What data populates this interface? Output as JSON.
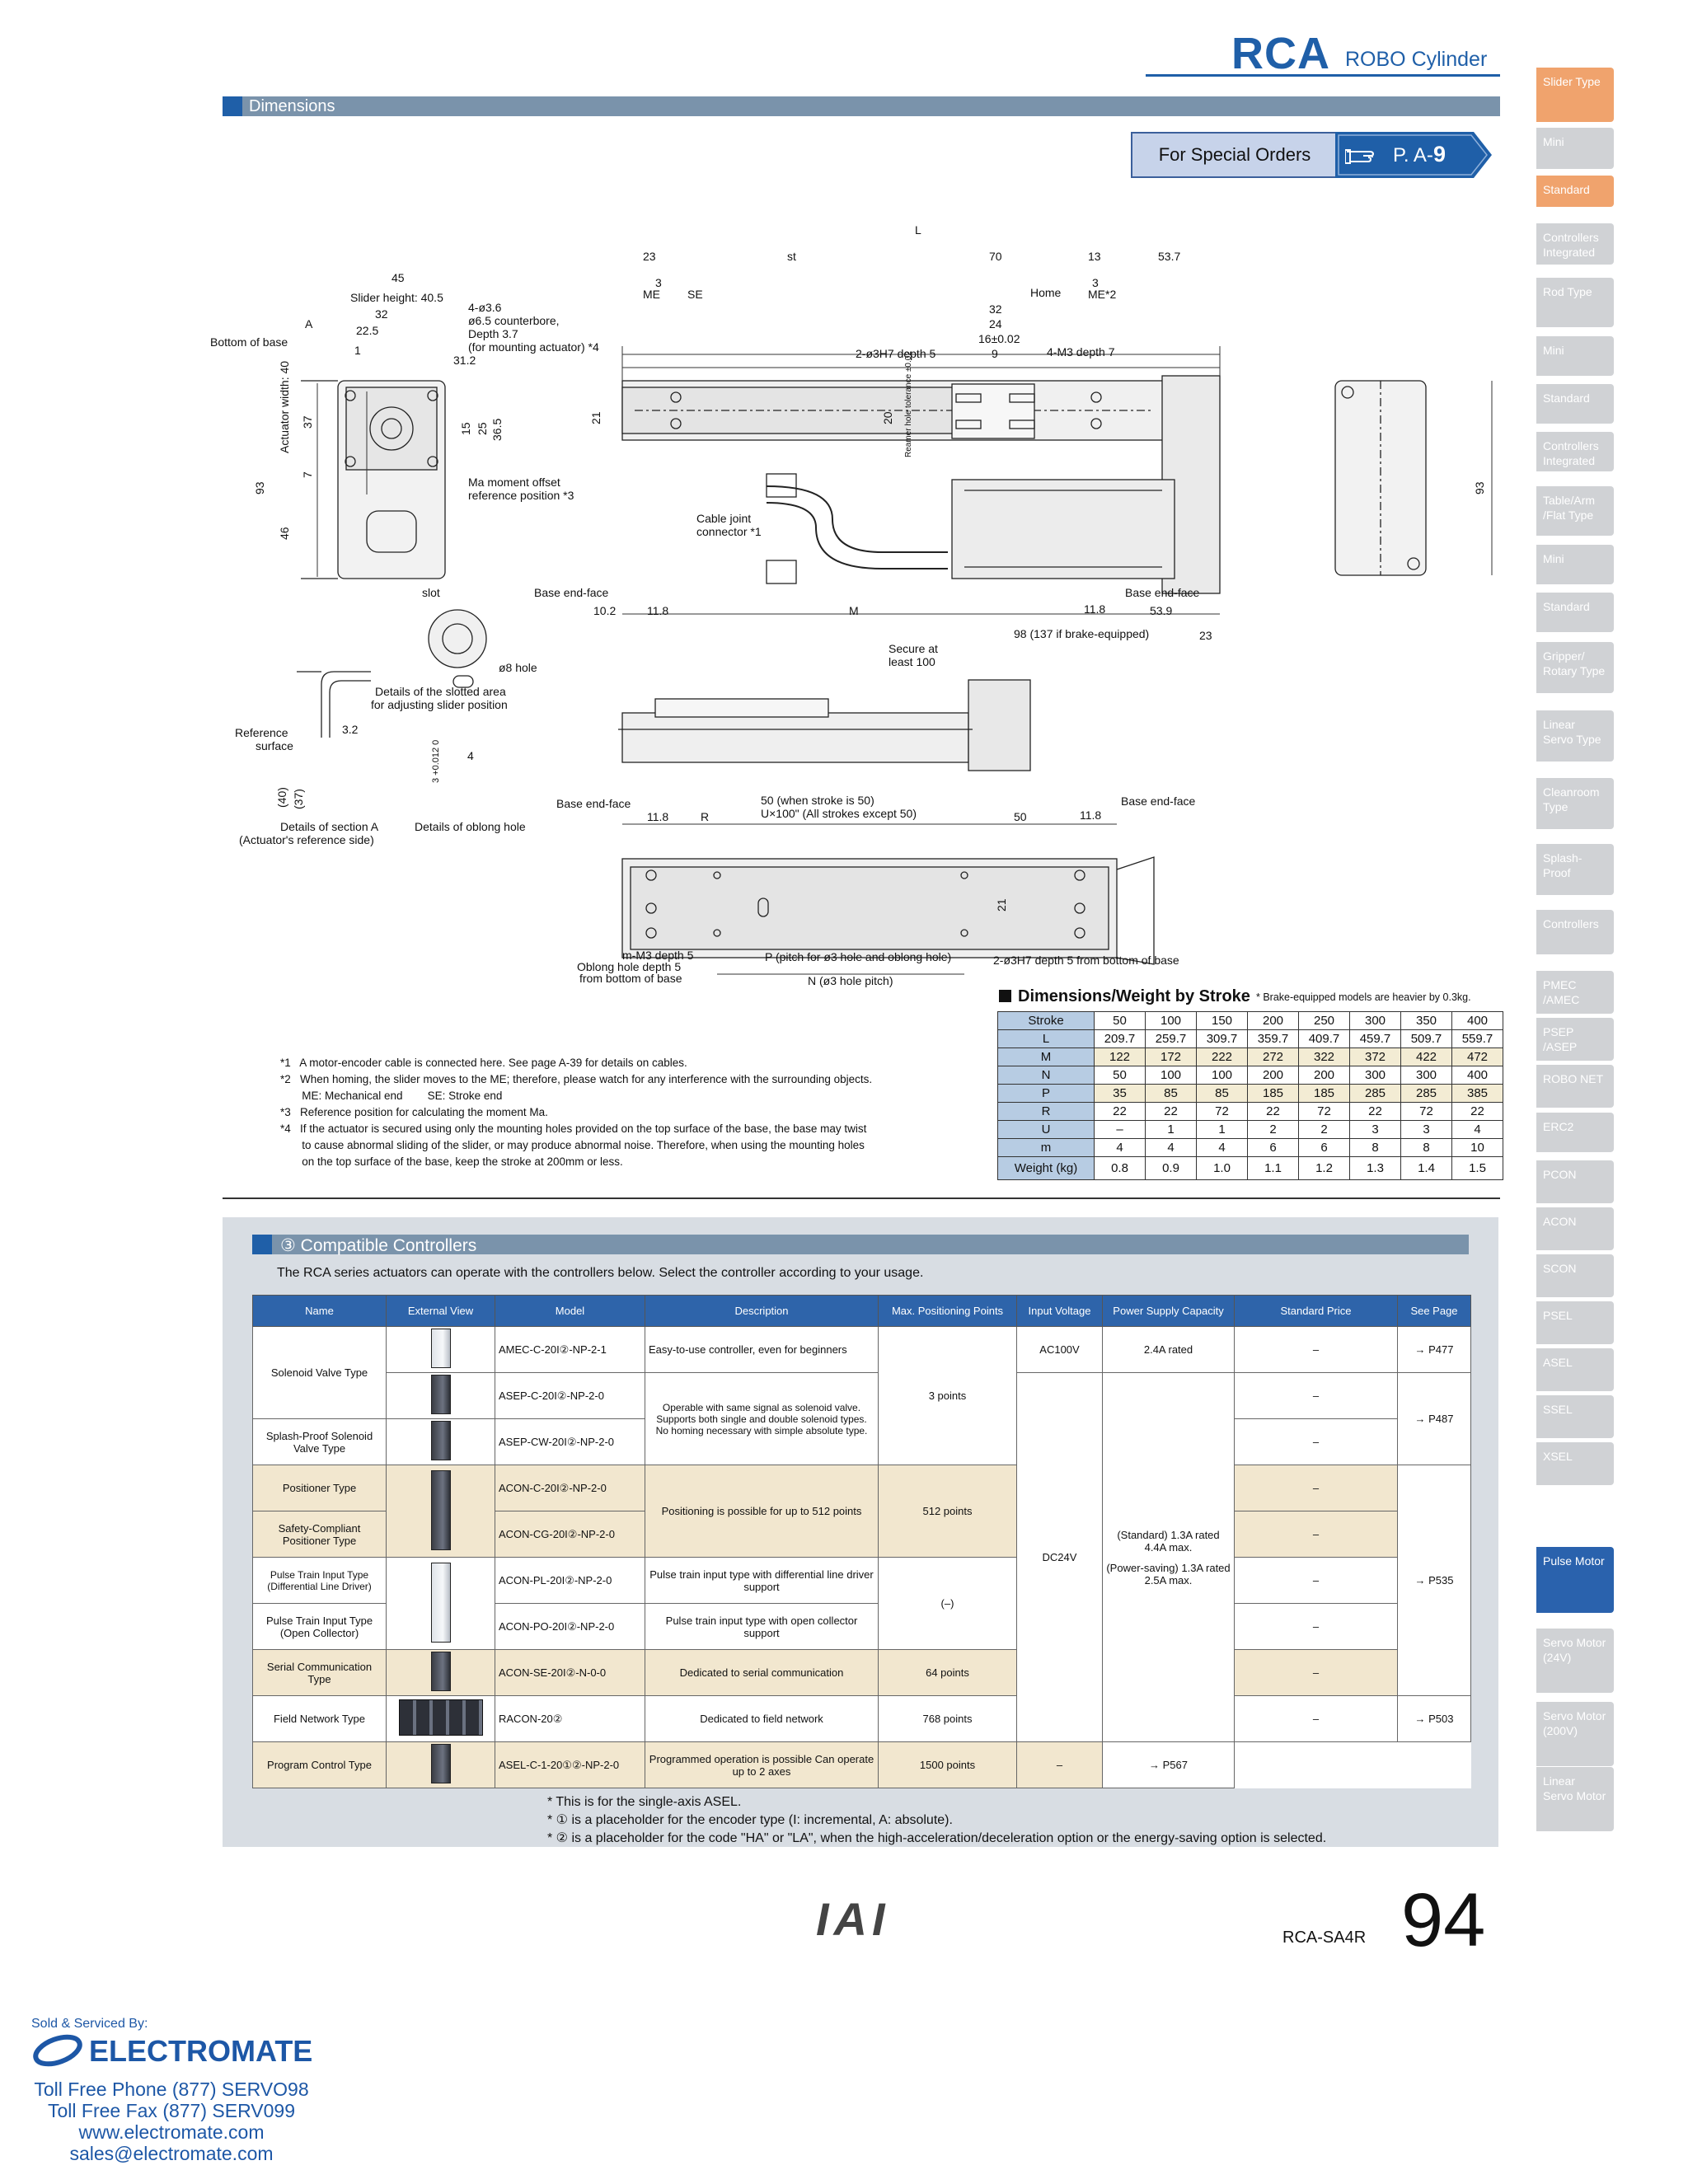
{
  "header": {
    "brand": "RCA",
    "subtitle": "ROBO Cylinder",
    "section": "Dimensions"
  },
  "special_orders": {
    "label": "For Special Orders",
    "page_prefix": "P. A-",
    "page_num": "9"
  },
  "sidebar": [
    {
      "label": "Slider Type"
    },
    {
      "label": "Mini"
    },
    {
      "label": "Standard"
    },
    {
      "label": "Controllers Integrated"
    },
    {
      "label": "Rod Type"
    },
    {
      "label": "Mini"
    },
    {
      "label": "Standard"
    },
    {
      "label": "Controllers Integrated"
    },
    {
      "label": "Table/Arm /Flat Type"
    },
    {
      "label": "Mini"
    },
    {
      "label": "Standard"
    },
    {
      "label": "Gripper/ Rotary Type"
    },
    {
      "label": "Linear Servo Type"
    },
    {
      "label": "Cleanroom Type"
    },
    {
      "label": "Splash-Proof"
    },
    {
      "label": "Controllers"
    },
    {
      "label": "PMEC /AMEC"
    },
    {
      "label": "PSEP /ASEP"
    },
    {
      "label": "ROBO NET"
    },
    {
      "label": "ERC2"
    },
    {
      "label": "PCON"
    },
    {
      "label": "ACON"
    },
    {
      "label": "SCON"
    },
    {
      "label": "PSEL"
    },
    {
      "label": "ASEL"
    },
    {
      "label": "SSEL"
    },
    {
      "label": "XSEL"
    },
    {
      "label": "Pulse Motor"
    },
    {
      "label": "Servo Motor (24V)"
    },
    {
      "label": "Servo Motor (200V)"
    },
    {
      "label": "Linear Servo Motor"
    }
  ],
  "drawing": {
    "L": "L",
    "st": "st",
    "d23": "23",
    "d70": "70",
    "d13": "13",
    "d53_7": "53.7",
    "d3a": "3",
    "ME": "ME",
    "SE": "SE",
    "Home": "Home",
    "d3b": "3",
    "ME2": "ME*2",
    "d32b": "32",
    "d24": "24",
    "d16": "16±0.02",
    "d9": "9",
    "hole3": "2-ø3H7 depth 5",
    "m3": "4-M3 depth 7",
    "d45": "45",
    "slider_height": "Slider height: 40.5",
    "d32": "32",
    "d22_5": "22.5",
    "d31_2": "31.2",
    "A": "A",
    "bottom_base": "Bottom of base",
    "d1": "1",
    "hole_note1": "4-ø3.6",
    "hole_note2": "ø6.5 counterbore,",
    "hole_note3": "Depth 3.7",
    "hole_note4": "(for mounting actuator) *4",
    "act_width": "Actuator width: 40",
    "d37": "37",
    "d7": "7",
    "d93": "93",
    "d46": "46",
    "d15": "15",
    "d25": "25",
    "d36_5": "36.5",
    "d21": "21",
    "d20": "20",
    "reamer": "Reamer hole tolerance ±0.02",
    "ma1": "Ma moment offset",
    "ma2": "reference position *3",
    "cable1": "Cable joint",
    "cable2": "connector *1",
    "slot": "slot",
    "base_end1": "Base end-face",
    "base_end2": "Base end-face",
    "d10_2": "10.2",
    "d11_8": "11.8",
    "M": "M",
    "d11_8b": "11.8",
    "d53_9": "53.9",
    "d98": "98 (137 if brake-equipped)",
    "d23b": "23",
    "secure1": "Secure at",
    "secure2": "least 100",
    "d93r": "93",
    "ø8": "ø8 hole",
    "slotted1": "Details of the slotted area",
    "slotted2": "for adjusting slider position",
    "ref1": "Reference",
    "ref2": "surface",
    "d3_2": "3.2",
    "d40": "(40)",
    "d37b": "(37)",
    "secA1": "Details of section A",
    "secA2": "(Actuator's reference side)",
    "d4": "4",
    "d3c": "3 +0.012 0",
    "oblong": "Details of oblong hole",
    "base_end3": "Base end-face",
    "base_end4": "Base end-face",
    "d11_8c": "11.8",
    "R": "R",
    "d50": "50",
    "fifty1": "50 (when stroke is 50)",
    "fifty2": "U×100\" (All strokes except 50)",
    "d11_8d": "11.8",
    "d21b": "21",
    "mm3_1": "m-M3 depth 5",
    "mm3_2": "Oblong hole depth 5",
    "mm3_3": "from bottom of base",
    "pitch": "P (pitch for ø3 hole and oblong hole)",
    "npitch": "N (ø3 hole pitch)",
    "h7": "2-ø3H7   depth 5 from bottom of base"
  },
  "notes": [
    "*1   A motor-encoder cable is connected here. See page A-39 for details on cables.",
    "*2   When homing, the slider moves to the ME; therefore, please watch for any interference with the surrounding objects.",
    "       ME: Mechanical end        SE: Stroke end",
    "*3   Reference position for calculating the moment Ma.",
    "*4   If the actuator is secured using only the mounting holes provided on the top surface of the base, the base may twist",
    "       to cause abnormal sliding of the slider, or may produce abnormal noise. Therefore, when using the mounting holes",
    "       on the top surface of the base, keep the stroke at 200mm or less."
  ],
  "dims_table": {
    "title": "Dimensions/Weight by Stroke",
    "note": "* Brake-equipped models are heavier by 0.3kg.",
    "rows": [
      {
        "label": "Stroke",
        "values": [
          "50",
          "100",
          "150",
          "200",
          "250",
          "300",
          "350",
          "400"
        ]
      },
      {
        "label": "L",
        "values": [
          "209.7",
          "259.7",
          "309.7",
          "359.7",
          "409.7",
          "459.7",
          "509.7",
          "559.7"
        ]
      },
      {
        "label": "M",
        "values": [
          "122",
          "172",
          "222",
          "272",
          "322",
          "372",
          "422",
          "472"
        ]
      },
      {
        "label": "N",
        "values": [
          "50",
          "100",
          "100",
          "200",
          "200",
          "300",
          "300",
          "400"
        ]
      },
      {
        "label": "P",
        "values": [
          "35",
          "85",
          "85",
          "185",
          "185",
          "285",
          "285",
          "385"
        ]
      },
      {
        "label": "R",
        "values": [
          "22",
          "22",
          "72",
          "22",
          "72",
          "22",
          "72",
          "22"
        ]
      },
      {
        "label": "U",
        "values": [
          "–",
          "1",
          "1",
          "2",
          "2",
          "3",
          "3",
          "4"
        ]
      },
      {
        "label": "m",
        "values": [
          "4",
          "4",
          "4",
          "6",
          "6",
          "8",
          "8",
          "10"
        ]
      },
      {
        "label": "Weight (kg)",
        "values": [
          "0.8",
          "0.9",
          "1.0",
          "1.1",
          "1.2",
          "1.3",
          "1.4",
          "1.5"
        ]
      }
    ]
  },
  "controllers": {
    "title": "③ Compatible Controllers",
    "intro": "The RCA series actuators can operate with the controllers below. Select the controller according to your usage.",
    "headers": [
      "Name",
      "External View",
      "Model",
      "Description",
      "Max. Positioning Points",
      "Input Voltage",
      "Power Supply Capacity",
      "Standard Price",
      "See Page"
    ],
    "names": [
      "Solenoid Valve Type",
      "Splash-Proof Solenoid Valve Type",
      "Positioner Type",
      "Safety-Compliant Positioner Type",
      "Pulse Train Input Type (Differential Line Driver)",
      "Pulse Train Input Type (Open Collector)",
      "Serial Communication Type",
      "Field Network Type",
      "Program Control Type"
    ],
    "models": [
      "AMEC-C-20I②-NP-2-1",
      "ASEP-C-20I②-NP-2-0",
      "ASEP-CW-20I②-NP-2-0",
      "ACON-C-20I②-NP-2-0",
      "ACON-CG-20I②-NP-2-0",
      "ACON-PL-20I②-NP-2-0",
      "ACON-PO-20I②-NP-2-0",
      "ACON-SE-20I②-N-0-0",
      "RACON-20②",
      "ASEL-C-1-20①②-NP-2-0"
    ],
    "descs": [
      "Easy-to-use controller, even for beginners",
      "Operable with same signal as solenoid valve. Supports both single and double solenoid types. No homing necessary with simple absolute type.",
      "Positioning is possible for up to 512 points",
      "Pulse train input type with differential line driver support",
      "Pulse train input type with open collector support",
      "Dedicated to serial communication",
      "Dedicated to field network",
      "Programmed operation is possible Can operate up to 2 axes"
    ],
    "points": [
      "3 points",
      "512 points",
      "(–)",
      "64 points",
      "768 points",
      "1500 points"
    ],
    "voltage": [
      "AC100V",
      "DC24V"
    ],
    "capacity": [
      "2.4A rated",
      "(Standard) 1.3A rated 4.4A max.",
      "(Power-saving) 1.3A rated 2.5A max."
    ],
    "price": "–",
    "pages": [
      "→ P477",
      "→ P487",
      "→ P535",
      "→ P503",
      "→ P567"
    ],
    "footnotes": [
      "* This is for the single-axis ASEL.",
      "* ① is a placeholder for the encoder type (I: incremental, A: absolute).",
      "* ② is a placeholder for the code \"HA\" or \"LA\", when the high-acceleration/deceleration option or the energy-saving option is selected."
    ]
  },
  "footer": {
    "logo": "IAI",
    "model": "RCA-SA4R",
    "page": "94",
    "sold": "Sold & Serviced By:",
    "company": "ELECTROMATE",
    "phone": "Toll Free Phone  (877) SERVO98",
    "fax": "Toll Free Fax  (877) SERV099",
    "web": "www.electromate.com",
    "email": "sales@electromate.com"
  },
  "colors": {
    "accent": "#1f5fa8",
    "section_bar": "#7a93ab",
    "sidebar_active": "#f0a36d",
    "table_header": "#2e64aa"
  }
}
